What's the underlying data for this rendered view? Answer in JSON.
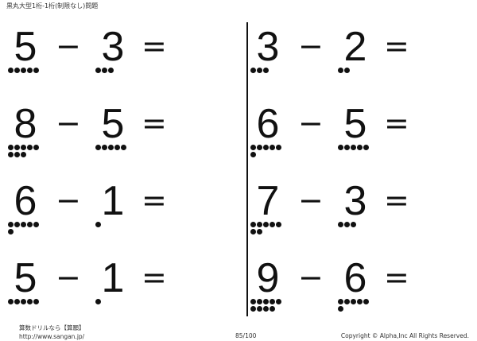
{
  "header": {
    "title": "黒丸大型1桁-1桁(制限なし)問題"
  },
  "operators": {
    "minus": "−",
    "equals": "="
  },
  "left_problems": [
    {
      "a": "5",
      "b": "3",
      "a_dots": [
        5
      ],
      "b_dots": [
        3
      ]
    },
    {
      "a": "8",
      "b": "5",
      "a_dots": [
        5,
        3
      ],
      "b_dots": [
        5
      ]
    },
    {
      "a": "6",
      "b": "1",
      "a_dots": [
        5,
        1
      ],
      "b_dots": [
        1
      ]
    },
    {
      "a": "5",
      "b": "1",
      "a_dots": [
        5
      ],
      "b_dots": [
        1
      ]
    }
  ],
  "right_problems": [
    {
      "a": "3",
      "b": "2",
      "a_dots": [
        3
      ],
      "b_dots": [
        2
      ]
    },
    {
      "a": "6",
      "b": "5",
      "a_dots": [
        5,
        1
      ],
      "b_dots": [
        5
      ]
    },
    {
      "a": "7",
      "b": "3",
      "a_dots": [
        5,
        2
      ],
      "b_dots": [
        3
      ]
    },
    {
      "a": "9",
      "b": "6",
      "a_dots": [
        5,
        4
      ],
      "b_dots": [
        5,
        1
      ]
    }
  ],
  "footer": {
    "site_name": "算数ドリルなら【算願】",
    "url": "http://www.sangan.jp/",
    "page": "85/100",
    "copyright": "Copyright © Alpha,Inc All Rights Reserved."
  }
}
